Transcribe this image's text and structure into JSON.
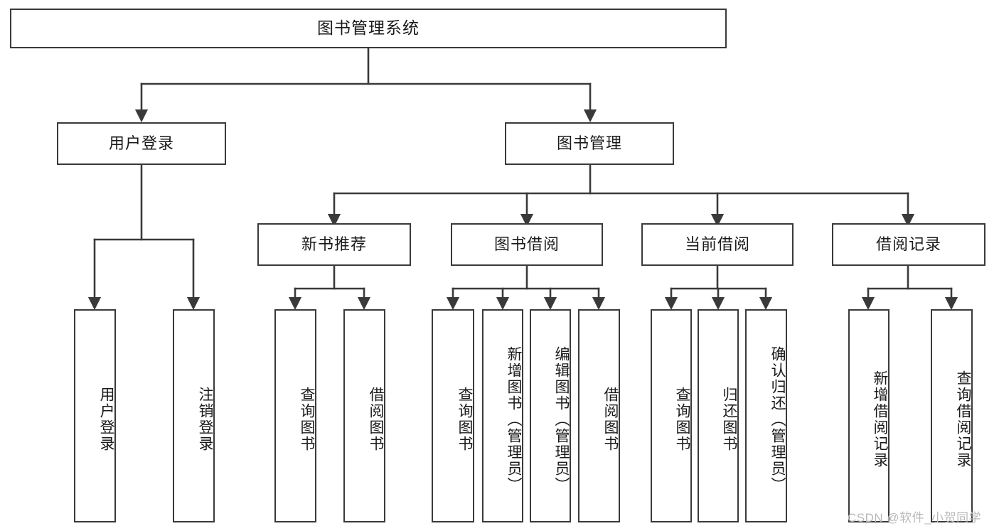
{
  "diagram": {
    "title": "图书管理系统",
    "type": "function-structure-tree",
    "line_color": "#3a3a3a",
    "box_fill": "#ffffff",
    "text_color": "#1a1a1a",
    "background": "#ffffff"
  },
  "root": {
    "label": "图书管理系统"
  },
  "level1": [
    {
      "label": "用户登录"
    },
    {
      "label": "图书管理"
    }
  ],
  "level2": [
    {
      "label": "新书推荐"
    },
    {
      "label": "图书借阅"
    },
    {
      "label": "当前借阅"
    },
    {
      "label": "借阅记录"
    }
  ],
  "leaves": {
    "user_login": [
      {
        "label": "用户登录"
      },
      {
        "label": "注销登录"
      }
    ],
    "new_book_recommend": [
      {
        "label": "查询图书"
      },
      {
        "label": "借阅图书"
      }
    ],
    "book_borrow": [
      {
        "label": "查询图书"
      },
      {
        "label": "新增图书（管理员）"
      },
      {
        "label": "编辑图书（管理员）"
      },
      {
        "label": "借阅图书"
      }
    ],
    "current_borrow": [
      {
        "label": "查询图书"
      },
      {
        "label": "归还图书"
      },
      {
        "label": "确认归还（管理员）"
      }
    ],
    "borrow_record": [
      {
        "label": "新增借阅记录"
      },
      {
        "label": "查询借阅记录"
      }
    ]
  },
  "watermark": {
    "text": "CSDN @软件_小贺同学"
  }
}
